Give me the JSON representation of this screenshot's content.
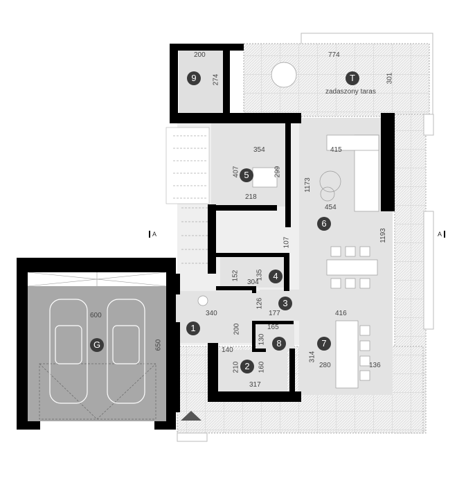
{
  "plan": {
    "section_marker_left": "A",
    "section_marker_right": "A",
    "colors": {
      "wall": "#000000",
      "room_fill": "#e3e3e3",
      "garage_fill": "#a8a8a8",
      "terrace_fill": "#f2f2f2",
      "badge": "#3a3a3a",
      "entrance_arrow": "#555555"
    }
  },
  "rooms": [
    {
      "id": "1",
      "badge": "1"
    },
    {
      "id": "2",
      "badge": "2"
    },
    {
      "id": "3",
      "badge": "3"
    },
    {
      "id": "4",
      "badge": "4"
    },
    {
      "id": "5",
      "badge": "5"
    },
    {
      "id": "6",
      "badge": "6"
    },
    {
      "id": "7",
      "badge": "7"
    },
    {
      "id": "8",
      "badge": "8"
    },
    {
      "id": "9",
      "badge": "9"
    },
    {
      "id": "G",
      "badge": "G"
    },
    {
      "id": "T",
      "badge": "T",
      "label": "zadaszony taras"
    }
  ],
  "dimensions": {
    "r9_width": "200",
    "r9_depth": "274",
    "terrace_width": "774",
    "terrace_depth": "301",
    "r5_width": "354",
    "r5_depth": "407",
    "r5_inner": "299",
    "r5_bottom": "218",
    "living_width": "415",
    "living_depth": "1173",
    "living_bottom": "454",
    "r6_depth": "1193",
    "stair_107": "107",
    "r4_152": "152",
    "r4_135": "135",
    "r4_304": "304",
    "r3_126": "126",
    "r3_177": "177",
    "hall_340": "340",
    "hall_200": "200",
    "kitchen_416": "416",
    "r8_165": "165",
    "r8_130": "130",
    "r2_140": "140",
    "r2_210": "210",
    "r2_160": "160",
    "r2_317": "317",
    "r7_314": "314",
    "r7_280": "280",
    "r7_136": "136",
    "garage_width": "600",
    "garage_depth": "650"
  }
}
